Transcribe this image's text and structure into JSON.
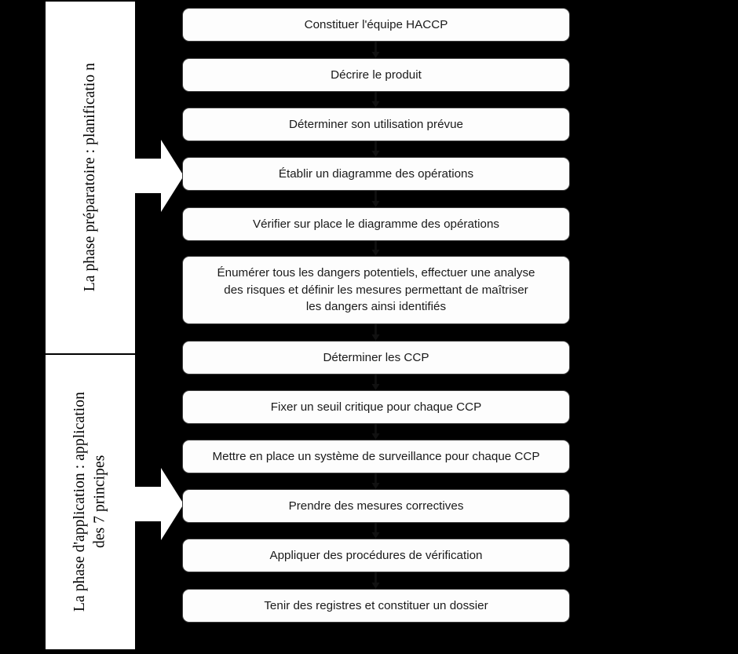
{
  "diagram": {
    "title": "Demarche HACCP - flowchart",
    "colors": {
      "background": "#000000",
      "panel": "#ffffff",
      "box_fill": "#fdfdfd",
      "box_border": "#3b3b3b",
      "arrow": "#ffffff",
      "connector": "#111111",
      "text": "#1a1a1a"
    }
  },
  "phases": [
    {
      "id": "phase-preparatoire",
      "label": "La phase préparatoire : planificatio  n",
      "arrow_icon": "block-arrow-right-icon"
    },
    {
      "id": "phase-application",
      "label": "La phase d'application : application\ndes 7 principes",
      "arrow_icon": "block-arrow-right-icon"
    }
  ],
  "steps": [
    {
      "n": 1,
      "label": "Constituer l'équipe HACCP"
    },
    {
      "n": 2,
      "label": "Décrire le produit"
    },
    {
      "n": 3,
      "label": "Déterminer son utilisation prévue"
    },
    {
      "n": 4,
      "label": "Établir un diagramme des opérations"
    },
    {
      "n": 5,
      "label": "Vérifier sur place le diagramme des opérations"
    },
    {
      "n": 6,
      "label": "Énumérer tous les dangers potentiels, effectuer une analyse\ndes risques et définir les mesures permettant de maîtriser\nles dangers ainsi identifiés"
    },
    {
      "n": 7,
      "label": "Déterminer les CCP"
    },
    {
      "n": 8,
      "label": "Fixer un seuil critique pour chaque CCP"
    },
    {
      "n": 9,
      "label": "Mettre en place un système de surveillance pour chaque CCP"
    },
    {
      "n": 10,
      "label": "Prendre des mesures correctives"
    },
    {
      "n": 11,
      "label": "Appliquer des procédures de vérification"
    },
    {
      "n": 12,
      "label": "Tenir des registres et constituer un dossier"
    }
  ],
  "connector_count": 11
}
